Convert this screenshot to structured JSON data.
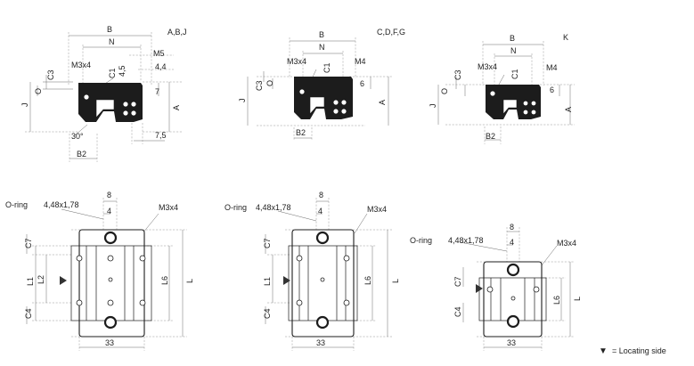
{
  "variants": {
    "profile_a": "A,B,J",
    "profile_b": "C,D,F,G",
    "profile_c": "K"
  },
  "dimension_labels": {
    "B": "B",
    "N": "N",
    "M3x4": "M3x4",
    "M5": "M5",
    "M4": "M4",
    "C1": "C1",
    "C3": "C3",
    "O": "O",
    "J": "J",
    "A": "A",
    "B2": "B2",
    "val_4_5": "4,5",
    "val_4_4": "4,4",
    "val_7": "7",
    "val_7_5": "7,5",
    "val_6": "6",
    "angle_30": "30°",
    "val_8": "8",
    "val_4": "4",
    "val_33": "33",
    "L": "L",
    "L1": "L1",
    "L2": "L2",
    "L6": "L6",
    "C7": "C7",
    "C4": "C4"
  },
  "o_ring": {
    "label": "O-ring",
    "size": "4,48x1,78"
  },
  "legend": {
    "symbol": "▼",
    "text": "= Locating side"
  }
}
